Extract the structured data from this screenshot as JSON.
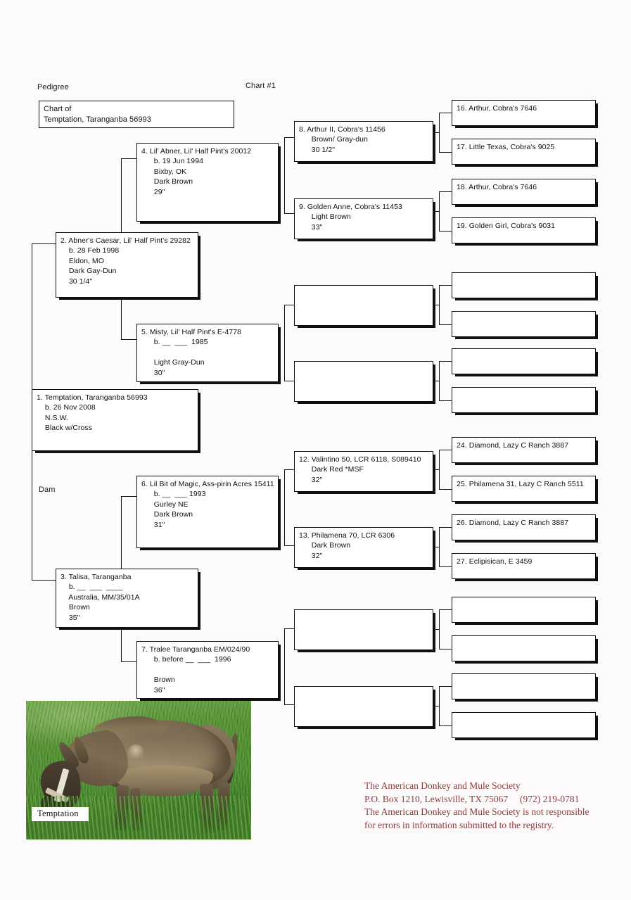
{
  "header": {
    "pedigree_label": "Pedigree",
    "chart_number": "Chart #1",
    "dam_label": "Dam"
  },
  "title_box": {
    "text": "Chart of\nTemptation, Taranganba 56993"
  },
  "boxes": {
    "b1": {
      "text": "1. Temptation, Taranganba 56993\n    b. 26 Nov 2008\n    N.S.W.\n    Black w/Cross"
    },
    "b2": {
      "text": "2. Abner's Caesar, Lil' Half Pint's 29282\n    b. 28 Feb 1998\n    Eldon, MO\n    Dark Gay-Dun\n    30 1/4\""
    },
    "b3": {
      "text": "3. Talisa, Taranganba\n    b. __  ___  ____\n    Australia, MM/35/01A\n    Brown\n    35\""
    },
    "b4": {
      "text": "4. Lil' Abner, Lil' Half Pint's 20012\n      b. 19 Jun 1994\n      Bixby, OK\n      Dark Brown\n      29\""
    },
    "b5": {
      "text": "5. Misty, Lil' Half Pint's E-4778\n      b. __  ___  1985\n\n      Light Gray-Dun\n      30\""
    },
    "b6": {
      "text": "6. Lil Bit of Magic, Ass-pirin Acres 15411\n      b. __  ___ 1993\n      Gurley NE\n      Dark Brown\n      31\""
    },
    "b7": {
      "text": "7. Tralee Taranganba EM/024/90\n      b. before __  ___  1996\n\n      Brown\n      36\""
    },
    "b8": {
      "text": "8. Arthur II, Cobra's 11456\n      Brown/ Gray-dun\n      30 1/2\""
    },
    "b9": {
      "text": "9. Golden Anne, Cobra's 11453\n      Light Brown\n      33\""
    },
    "b10": {
      "text": ""
    },
    "b11": {
      "text": ""
    },
    "b12": {
      "text": "12. Valintino 50, LCR 6118, S089410\n      Dark Red *MSF\n      32\""
    },
    "b13": {
      "text": "13. Philamena 70, LCR 6306\n      Dark Brown\n      32\""
    },
    "b14": {
      "text": ""
    },
    "b15": {
      "text": ""
    },
    "b16": {
      "text": "16. Arthur, Cobra's 7646"
    },
    "b17": {
      "text": "17. Little Texas, Cobra's 9025"
    },
    "b18": {
      "text": "18. Arthur, Cobra's 7646"
    },
    "b19": {
      "text": "19. Golden Girl, Cobra's 9031"
    },
    "b20": {
      "text": ""
    },
    "b21": {
      "text": ""
    },
    "b22": {
      "text": ""
    },
    "b23": {
      "text": ""
    },
    "b24": {
      "text": "24. Diamond, Lazy C Ranch 3887"
    },
    "b25": {
      "text": "25. Philamena 31, Lazy C Ranch 5511"
    },
    "b26": {
      "text": "26. Diamond, Lazy C Ranch 3887"
    },
    "b27": {
      "text": "27. Eclipisican, E 3459"
    },
    "b28": {
      "text": ""
    },
    "b29": {
      "text": ""
    },
    "b30": {
      "text": ""
    },
    "b31": {
      "text": ""
    }
  },
  "photo": {
    "caption": "Temptation"
  },
  "footer": {
    "text": "The American Donkey and Mule Society\nP.O. Box 1210, Lewisville, TX 75067     (972) 219-0781\nThe American Donkey and Mule Society is not responsible\nfor errors in information submitted to the registry."
  },
  "colors": {
    "footer_text": "#8d3a3a",
    "box_border": "#0d0d0d",
    "box_shadow": "#111111",
    "page_background": "#fdfafc"
  }
}
